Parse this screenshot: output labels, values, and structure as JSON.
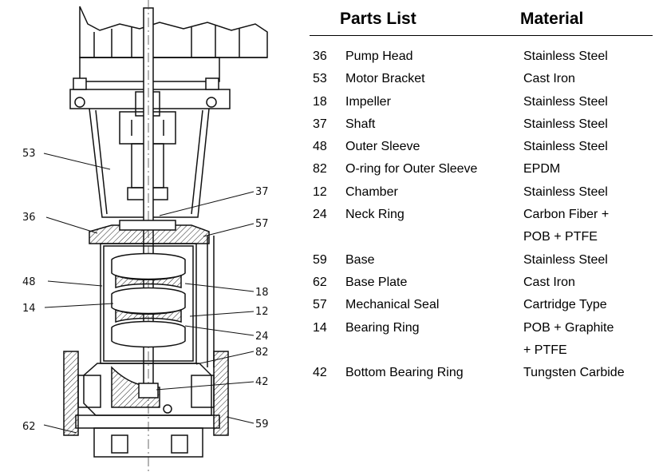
{
  "header": {
    "parts_title": "Parts List",
    "material_title": "Material"
  },
  "parts": [
    {
      "num": "36",
      "name": "Pump Head",
      "material": "Stainless Steel",
      "material2": ""
    },
    {
      "num": "53",
      "name": "Motor Bracket",
      "material": "Cast Iron",
      "material2": ""
    },
    {
      "num": "18",
      "name": "Impeller",
      "material": "Stainless Steel",
      "material2": ""
    },
    {
      "num": "37",
      "name": "Shaft",
      "material": "Stainless Steel",
      "material2": ""
    },
    {
      "num": "48",
      "name": "Outer Sleeve",
      "material": "Stainless Steel",
      "material2": ""
    },
    {
      "num": "82",
      "name": "O-ring for Outer Sleeve",
      "material": "EPDM",
      "material2": ""
    },
    {
      "num": "12",
      "name": "Chamber",
      "material": "Stainless Steel",
      "material2": ""
    },
    {
      "num": "24",
      "name": "Neck Ring",
      "material": "Carbon Fiber +",
      "material2": "POB + PTFE"
    },
    {
      "num": "59",
      "name": "Base",
      "material": "Stainless Steel",
      "material2": ""
    },
    {
      "num": "62",
      "name": "Base Plate",
      "material": "Cast Iron",
      "material2": ""
    },
    {
      "num": "57",
      "name": "Mechanical Seal",
      "material": "Cartridge Type",
      "material2": ""
    },
    {
      "num": "14",
      "name": "Bearing Ring",
      "material": "POB + Graphite",
      "material2": "+ PTFE"
    },
    {
      "num": "42",
      "name": "Bottom Bearing Ring",
      "material": "Tungsten Carbide",
      "material2": ""
    }
  ],
  "callouts": {
    "c53": "53",
    "c36": "36",
    "c48": "48",
    "c14": "14",
    "c62": "62",
    "c37": "37",
    "c57": "57",
    "c18": "18",
    "c12": "12",
    "c24": "24",
    "c82": "82",
    "c42": "42",
    "c59": "59"
  }
}
